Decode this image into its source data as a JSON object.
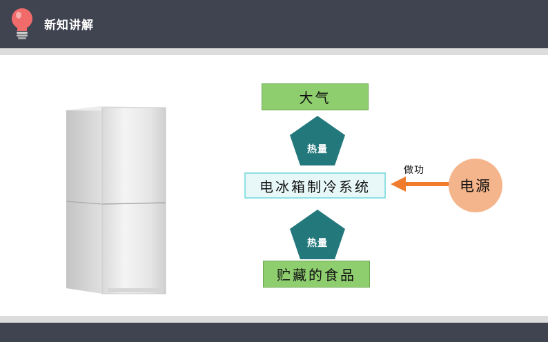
{
  "header": {
    "title": "新知讲解",
    "icon": "lightbulb-icon",
    "bg_color": "#3f4450"
  },
  "diagram": {
    "top_box": "大气",
    "upper_pentagon": "热量",
    "center_box": "电冰箱制冷系统",
    "lower_pentagon": "热量",
    "bottom_box": "贮藏的食品",
    "power_source": "电源",
    "work_label": "做功",
    "colors": {
      "green_box": "#8fce6f",
      "pentagon": "#23787c",
      "center_border": "#8ee0e3",
      "power_circle": "#f5b58c",
      "arrow": "#f07c2d"
    }
  },
  "image": {
    "name": "refrigerator"
  }
}
